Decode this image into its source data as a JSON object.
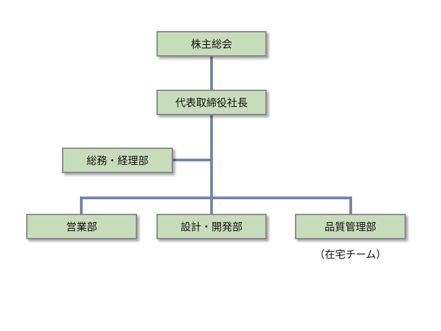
{
  "org_chart": {
    "shareholders_meeting": "株主総会",
    "representative_director": "代表取締役社長",
    "general_affairs_accounting": "総務・経理部",
    "sales": "営業部",
    "design_development": "設計・開発部",
    "quality_management": "品質管理部",
    "quality_management_note": "（在宅チーム）"
  },
  "colors": {
    "box_fill": "#c7dcbb",
    "box_border": "#8c8c8c",
    "connector": "#7486a8"
  }
}
